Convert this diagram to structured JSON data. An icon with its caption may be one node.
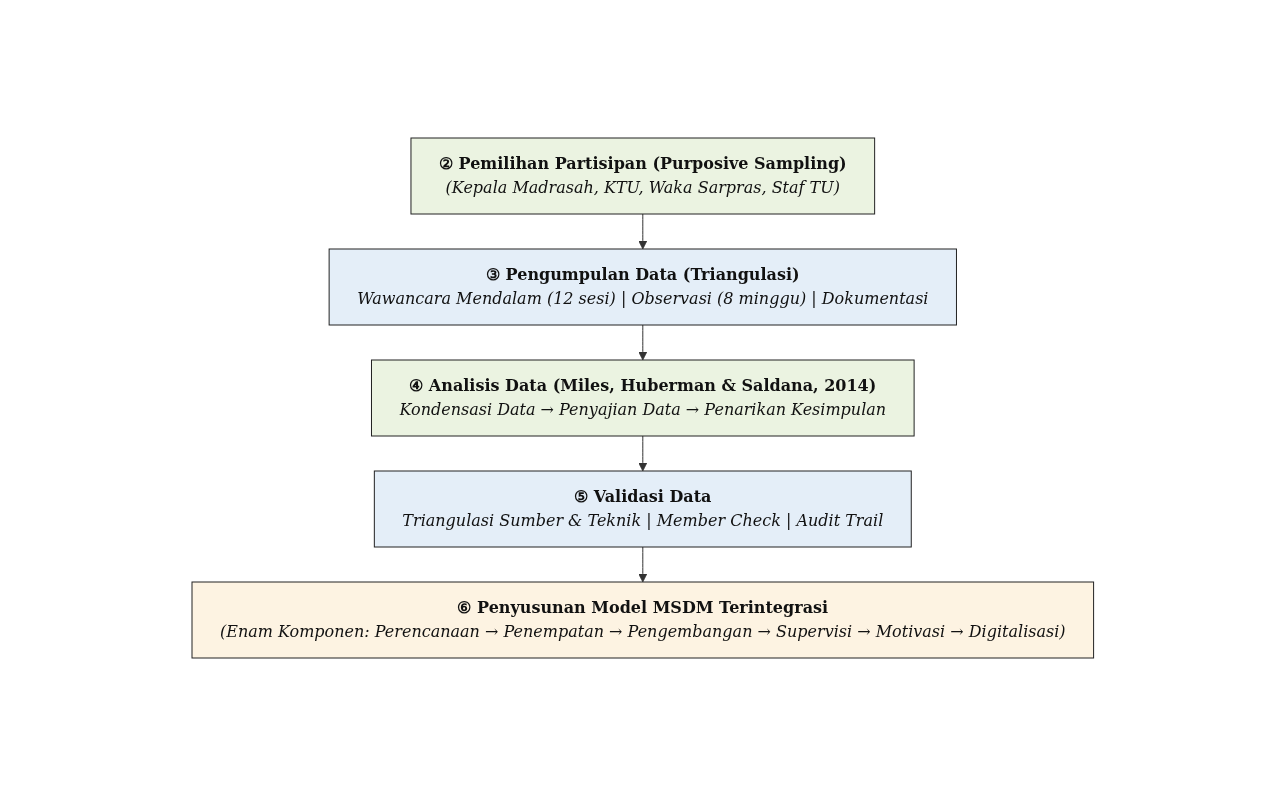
{
  "diagram": {
    "nodes": [
      {
        "text": [
          "② Pemilihan Partisipan (Purposive Sampling)",
          "(Kepala Madrasah, KTU, Waka Sarpras, Staf TU)"
        ]
      },
      {
        "text": [
          "③ Pengumpulan Data (Triangulasi)",
          "Wawancara Mendalam (12 sesi) | Observasi (8 minggu) | Dokumentasi"
        ]
      },
      {
        "text": [
          "④ Analisis Data (Miles, Huberman & Saldana, 2014)",
          "Kondensasi Data → Penyajian Data → Penarikan Kesimpulan"
        ]
      },
      {
        "text": [
          "⑤ Validasi Data",
          "Triangulasi Sumber & Teknik | Member Check | Audit Trail"
        ]
      },
      {
        "text": [
          "⑥ Penyusunan Model MSDM Terintegrasi",
          "(Enam Komponen: Perencanaan → Penempatan → Pengembangan → Supervisi → Motivasi → Digitalisasi)"
        ]
      }
    ],
    "edges": [
      {
        "from": 0,
        "to": 1,
        "arrow": "to"
      },
      {
        "from": 1,
        "to": 2,
        "arrow": "to"
      },
      {
        "from": 2,
        "to": 3,
        "arrow": "to"
      },
      {
        "from": 3,
        "to": 4,
        "arrow": "to"
      }
    ]
  }
}
